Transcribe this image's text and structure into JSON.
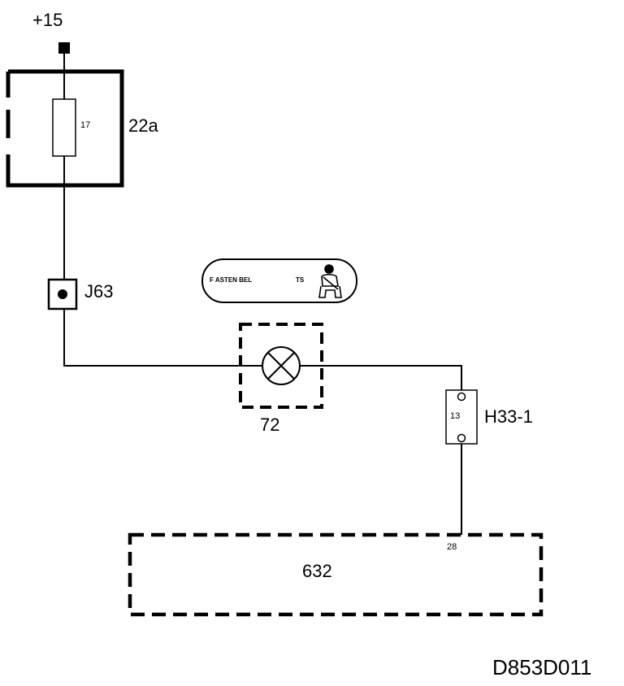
{
  "supply_label": "+15",
  "fuse": {
    "number": "17",
    "box_label": "22a"
  },
  "connector_j": {
    "label": "J63"
  },
  "indicator": {
    "text_left": "F ASTEN BEL",
    "text_right": "TS",
    "icon": "seatbelt-person-icon"
  },
  "lamp": {
    "label": "72",
    "icon": "lamp-cross-icon"
  },
  "connector_h": {
    "label": "H33-1",
    "pin": "13"
  },
  "module": {
    "label": "632",
    "pin": "28"
  },
  "drawing_code": "D853D011"
}
